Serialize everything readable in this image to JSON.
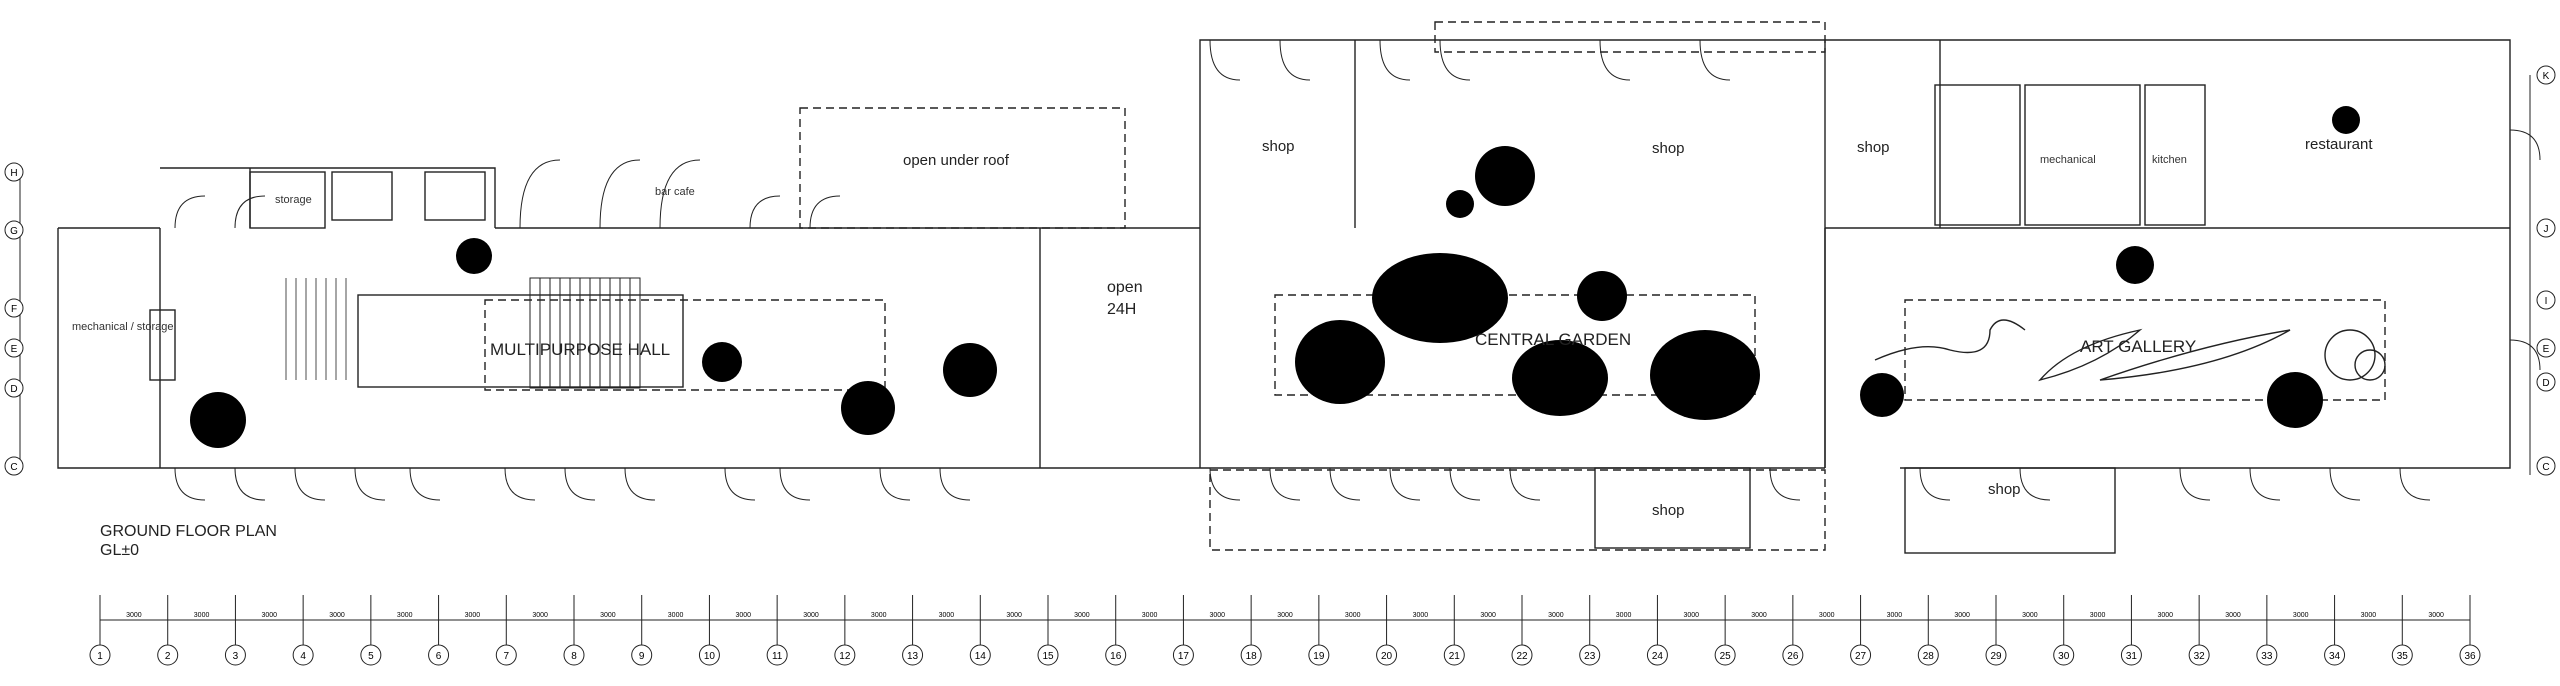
{
  "plan": {
    "title": "GROUND FLOOR PLAN",
    "level": "GL±0"
  },
  "rooms": {
    "storage_left": "mechanical / storage",
    "storage_top": "storage",
    "bar_cafe": "bar cafe",
    "multipurpose_hall": "MULTIPURPOSE HALL",
    "open_under_roof": "open under roof",
    "open_24h_line1": "open",
    "open_24h_line2": "24H",
    "shop_1": "shop",
    "shop_2": "shop",
    "central_garden": "CENTRAL GARDEN",
    "shop_3": "shop",
    "shop_4": "shop",
    "mechanical": "mechanical",
    "kitchen": "kitchen",
    "restaurant": "restaurant",
    "art_gallery": "ART GALLERY",
    "shop_5": "shop"
  },
  "grid": {
    "columns": [
      "1",
      "2",
      "3",
      "4",
      "5",
      "6",
      "7",
      "8",
      "9",
      "10",
      "11",
      "12",
      "13",
      "14",
      "15",
      "16",
      "17",
      "18",
      "19",
      "20",
      "21",
      "22",
      "23",
      "24",
      "25",
      "26",
      "27",
      "28",
      "29",
      "30",
      "31",
      "32",
      "33",
      "34",
      "35",
      "36"
    ],
    "rows_left": [
      "H",
      "G",
      "F",
      "E",
      "D",
      "C"
    ],
    "rows_right": [
      "K",
      "J",
      "I",
      "E",
      "D",
      "C"
    ],
    "col_spacing_text": "3000"
  }
}
